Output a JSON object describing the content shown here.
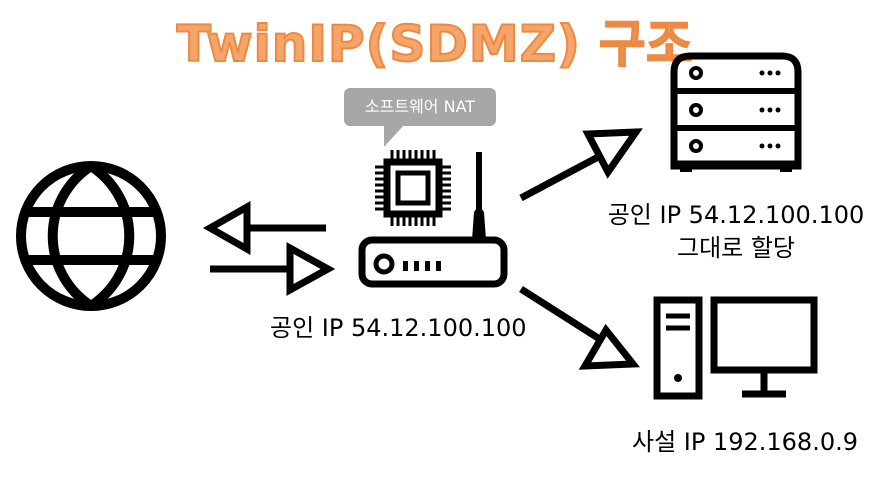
{
  "title": "TwinIP(SDMZ) 구조",
  "bubble": {
    "text": "소프트웨어 NAT"
  },
  "router": {
    "label": "공인 IP 54.12.100.100"
  },
  "server": {
    "label_line1": "공인 IP 54.12.100.100",
    "label_line2": "그대로 할당"
  },
  "pc": {
    "label": "사설 IP 192.168.0.9"
  },
  "colors": {
    "title": "#f5a46a",
    "bubble": "#a7a7a7",
    "stroke": "#000000"
  },
  "icons": [
    "globe-icon",
    "cpu-chip-icon",
    "router-icon",
    "server-icon",
    "desktop-pc-icon"
  ]
}
